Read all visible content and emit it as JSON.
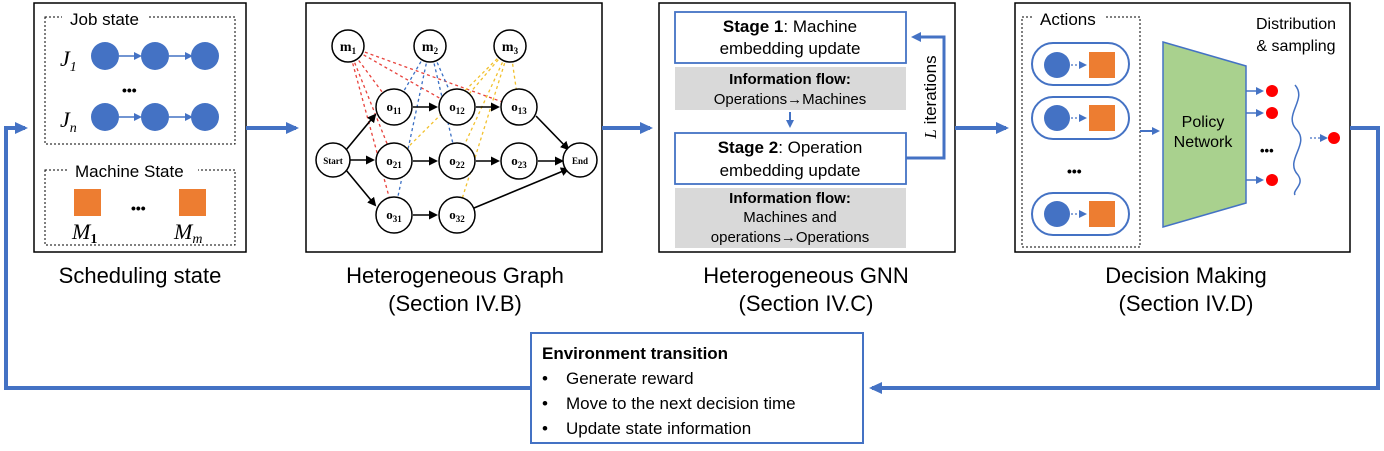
{
  "scheduling": {
    "job_state_title": "Job state",
    "job_first": "J",
    "job_first_sub": "1",
    "job_last": "J",
    "job_last_sub": "n",
    "ellipsis": "•••",
    "machine_state_title": "Machine State",
    "machine_first": "M",
    "machine_first_sub": "1",
    "machine_last": "M",
    "machine_last_sub": "m",
    "caption": "Scheduling state"
  },
  "graph": {
    "machines": [
      {
        "label": "m",
        "sub": "1"
      },
      {
        "label": "m",
        "sub": "2"
      },
      {
        "label": "m",
        "sub": "3"
      }
    ],
    "operations": [
      {
        "label": "o",
        "sub": "11"
      },
      {
        "label": "o",
        "sub": "12"
      },
      {
        "label": "o",
        "sub": "13"
      },
      {
        "label": "o",
        "sub": "21"
      },
      {
        "label": "o",
        "sub": "22"
      },
      {
        "label": "o",
        "sub": "23"
      },
      {
        "label": "o",
        "sub": "31"
      },
      {
        "label": "o",
        "sub": "32"
      }
    ],
    "start_label": "Start",
    "end_label": "End",
    "caption_line1": "Heterogeneous Graph",
    "caption_line2": "(Section IV.B)",
    "colors": {
      "m1": "#e8423c",
      "m2": "#3a6fc4",
      "m3": "#f2c12e"
    }
  },
  "gnn": {
    "stage1_bold": "Stage 1",
    "stage1_rest": ": Machine",
    "stage1_line2": "embedding update",
    "flow1_title": "Information flow:",
    "flow1_text": "Operations→Machines",
    "stage2_bold": "Stage 2",
    "stage2_rest": ": Operation",
    "stage2_line2": "embedding update",
    "flow2_title": "Information flow:",
    "flow2_line1": "Machines and",
    "flow2_line2": "operations→Operations",
    "iterations_var": "L",
    "iterations_text": " iterations",
    "caption_line1": "Heterogeneous GNN",
    "caption_line2": "(Section IV.C)"
  },
  "decision": {
    "actions_title": "Actions",
    "ellipsis": "•••",
    "policy_line1": "Policy",
    "policy_line2": "Network",
    "dist_line1": "Distribution",
    "dist_line2": "& sampling",
    "caption_line1": "Decision Making",
    "caption_line2": "(Section IV.D)"
  },
  "environment": {
    "title": "Environment transition",
    "items": [
      "Generate reward",
      "Move to the next decision time",
      "Update state information"
    ]
  },
  "colors": {
    "arrow_blue": "#4472c4",
    "node_blue": "#4472c4",
    "machine_orange": "#ed7d31",
    "policy_green": "#a9d18e",
    "flow_gray": "#d9d9d9",
    "sample_red": "#ff0000"
  }
}
